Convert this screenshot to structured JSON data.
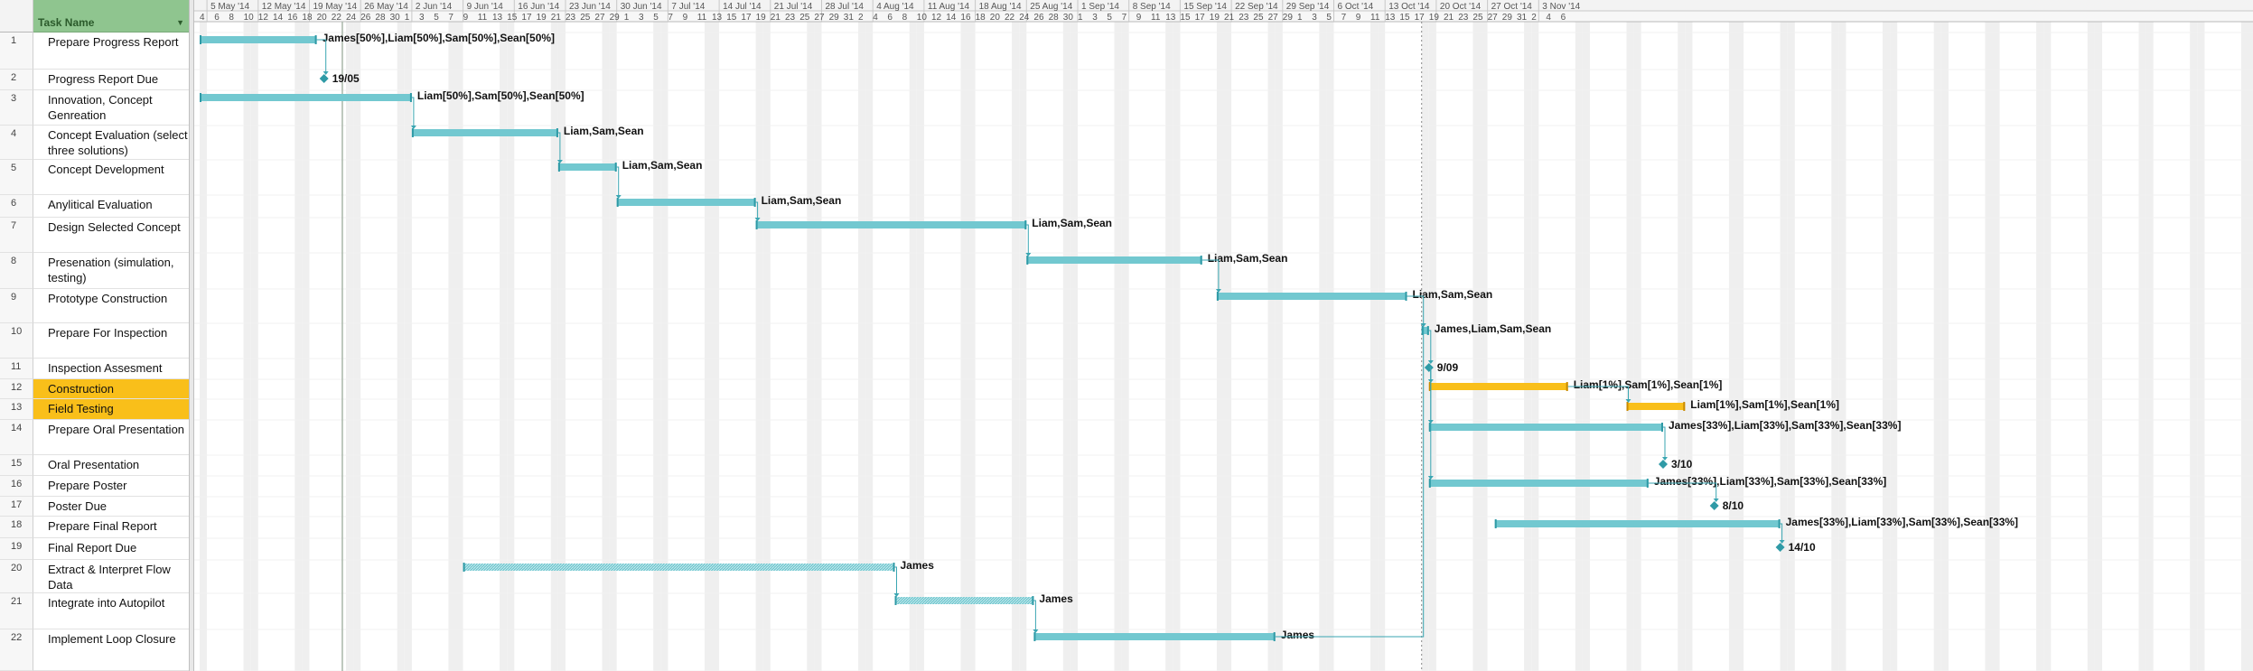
{
  "table": {
    "header": {
      "task_name": "Task Name"
    },
    "rows": [
      {
        "id": "1",
        "name": "Prepare Progress Report",
        "highlight": false
      },
      {
        "id": "2",
        "name": "Progress Report Due",
        "highlight": false
      },
      {
        "id": "3",
        "name": "Innovation, Concept Genreation",
        "highlight": false
      },
      {
        "id": "4",
        "name": "Concept Evaluation (select three solutions)",
        "highlight": false
      },
      {
        "id": "5",
        "name": "Concept Development",
        "highlight": false
      },
      {
        "id": "6",
        "name": "Anylitical Evaluation",
        "highlight": false
      },
      {
        "id": "7",
        "name": "Design Selected Concept",
        "highlight": false
      },
      {
        "id": "8",
        "name": "Presenation (simulation, testing)",
        "highlight": false
      },
      {
        "id": "9",
        "name": "Prototype Construction",
        "highlight": false
      },
      {
        "id": "10",
        "name": "Prepare For Inspection",
        "highlight": false
      },
      {
        "id": "11",
        "name": "Inspection Assesment",
        "highlight": false
      },
      {
        "id": "12",
        "name": "Construction",
        "highlight": true
      },
      {
        "id": "13",
        "name": "Field Testing",
        "highlight": true
      },
      {
        "id": "14",
        "name": "Prepare Oral Presentation",
        "highlight": false
      },
      {
        "id": "15",
        "name": "Oral Presentation",
        "highlight": false
      },
      {
        "id": "16",
        "name": "Prepare Poster",
        "highlight": false
      },
      {
        "id": "17",
        "name": "Poster Due",
        "highlight": false
      },
      {
        "id": "18",
        "name": "Prepare Final Report",
        "highlight": false
      },
      {
        "id": "19",
        "name": "Final Report Due",
        "highlight": false
      },
      {
        "id": "20",
        "name": "Extract & Interpret Flow Data",
        "highlight": false
      },
      {
        "id": "21",
        "name": "Integrate into Autopilot",
        "highlight": false
      },
      {
        "id": "22",
        "name": "Implement Loop Closure",
        "highlight": false
      }
    ]
  },
  "timescale": {
    "weeks": [
      "5 May '14",
      "12 May '14",
      "19 May '14",
      "26 May '14",
      "2 Jun '14",
      "9 Jun '14",
      "16 Jun '14",
      "23 Jun '14",
      "30 Jun '14",
      "7 Jul '14",
      "14 Jul '14",
      "21 Jul '14",
      "28 Jul '14",
      "4 Aug '14",
      "11 Aug '14",
      "18 Aug '14",
      "25 Aug '14",
      "1 Sep '14",
      "8 Sep '14",
      "15 Sep '14",
      "22 Sep '14",
      "29 Sep '14",
      "6 Oct '14",
      "13 Oct '14",
      "20 Oct '14",
      "27 Oct '14",
      "3 Nov '14"
    ],
    "days": [
      "4",
      "6",
      "8",
      "10",
      "12",
      "14",
      "16",
      "18",
      "20",
      "22",
      "24",
      "26",
      "28",
      "30",
      "1",
      "3",
      "5",
      "7",
      "9",
      "11",
      "13",
      "15",
      "17",
      "19",
      "21",
      "23",
      "25",
      "27",
      "29",
      "1",
      "3",
      "5",
      "7",
      "9",
      "11",
      "13",
      "15",
      "17",
      "19",
      "21",
      "23",
      "25",
      "27",
      "29",
      "31",
      "2",
      "4",
      "6",
      "8",
      "10",
      "12",
      "14",
      "16",
      "18",
      "20",
      "22",
      "24",
      "26",
      "28",
      "30",
      "1",
      "3",
      "5",
      "7",
      "9",
      "11",
      "13",
      "15",
      "17",
      "19",
      "21",
      "23",
      "25",
      "27",
      "29",
      "1",
      "3",
      "5",
      "7",
      "9",
      "11",
      "13",
      "15",
      "17",
      "19",
      "21",
      "23",
      "25",
      "27",
      "29",
      "31",
      "2",
      "4",
      "6"
    ]
  },
  "tasks": [
    {
      "row": 0,
      "type": "bar",
      "start": "2014-05-04",
      "end": "2014-05-20",
      "label": "James[50%],Liam[50%],Sam[50%],Sean[50%]"
    },
    {
      "row": 1,
      "type": "milestone",
      "date": "2014-05-21",
      "label": "19/05"
    },
    {
      "row": 2,
      "type": "bar",
      "start": "2014-05-04",
      "end": "2014-06-02",
      "label": "Liam[50%],Sam[50%],Sean[50%]"
    },
    {
      "row": 3,
      "type": "bar",
      "start": "2014-06-02",
      "end": "2014-06-22",
      "label": "Liam,Sam,Sean"
    },
    {
      "row": 4,
      "type": "bar",
      "start": "2014-06-22",
      "end": "2014-06-30",
      "label": "Liam,Sam,Sean"
    },
    {
      "row": 5,
      "type": "bar",
      "start": "2014-06-30",
      "end": "2014-07-19",
      "label": "Liam,Sam,Sean"
    },
    {
      "row": 6,
      "type": "bar",
      "start": "2014-07-19",
      "end": "2014-08-25",
      "label": "Liam,Sam,Sean"
    },
    {
      "row": 7,
      "type": "bar",
      "start": "2014-08-25",
      "end": "2014-09-18",
      "label": "Liam,Sam,Sean"
    },
    {
      "row": 8,
      "type": "bar",
      "start": "2014-09-20",
      "end": "2014-10-16",
      "label": "Liam,Sam,Sean"
    },
    {
      "row": 9,
      "type": "bar",
      "start": "2014-10-18",
      "end": "2014-10-19",
      "label": "James,Liam,Sam,Sean"
    },
    {
      "row": 10,
      "type": "milestone",
      "date": "2014-10-19",
      "label": "9/09"
    },
    {
      "row": 11,
      "type": "bar",
      "start": "2014-10-19",
      "end": "2014-11-07",
      "label": "Liam[1%],Sam[1%],Sean[1%]",
      "highlight": true
    },
    {
      "row": 12,
      "type": "bar",
      "start": "2014-11-15",
      "end": "2014-11-23",
      "label": "Liam[1%],Sam[1%],Sean[1%]",
      "highlight": true
    },
    {
      "row": 13,
      "type": "bar",
      "start": "2014-10-19",
      "end": "2014-11-20",
      "label": "James[33%],Liam[33%],Sam[33%],Sean[33%]"
    },
    {
      "row": 14,
      "type": "milestone",
      "date": "2014-11-20",
      "label": "3/10"
    },
    {
      "row": 15,
      "type": "bar",
      "start": "2014-10-19",
      "end": "2014-11-18",
      "label": "James[33%],Liam[33%],Sam[33%],Sean[33%]"
    },
    {
      "row": 16,
      "type": "milestone",
      "date": "2014-11-27",
      "label": "8/10"
    },
    {
      "row": 17,
      "type": "bar",
      "start": "2014-10-28",
      "end": "2014-12-06",
      "label": "James[33%],Liam[33%],Sam[33%],Sean[33%]"
    },
    {
      "row": 18,
      "type": "milestone",
      "date": "2014-12-06",
      "label": "14/10"
    },
    {
      "row": 19,
      "type": "bar",
      "start": "2014-06-09",
      "end": "2014-08-07",
      "label": "James",
      "hatched": true
    },
    {
      "row": 20,
      "type": "bar",
      "start": "2014-08-07",
      "end": "2014-08-26",
      "label": "James",
      "hatched": true
    },
    {
      "row": 21,
      "type": "bar",
      "start": "2014-08-26",
      "end": "2014-09-28",
      "label": "James"
    }
  ],
  "links": [
    [
      0,
      1
    ],
    [
      2,
      3
    ],
    [
      3,
      4
    ],
    [
      4,
      5
    ],
    [
      5,
      6
    ],
    [
      6,
      7
    ],
    [
      7,
      8
    ],
    [
      8,
      9
    ],
    [
      9,
      10
    ],
    [
      10,
      11
    ],
    [
      11,
      12
    ],
    [
      10,
      13
    ],
    [
      13,
      14
    ],
    [
      10,
      15
    ],
    [
      15,
      16
    ],
    [
      17,
      18
    ],
    [
      19,
      20
    ],
    [
      20,
      21
    ],
    [
      21,
      9
    ]
  ],
  "colors": {
    "bar": "#72c8d0",
    "bar_edge": "#2f9aa6",
    "highlight_bar": "#f9bf1a",
    "highlight_edge": "#c98a00",
    "row_highlight": "#f9bf1a",
    "weekend": "#efefef",
    "link": "#3aa6b2"
  }
}
